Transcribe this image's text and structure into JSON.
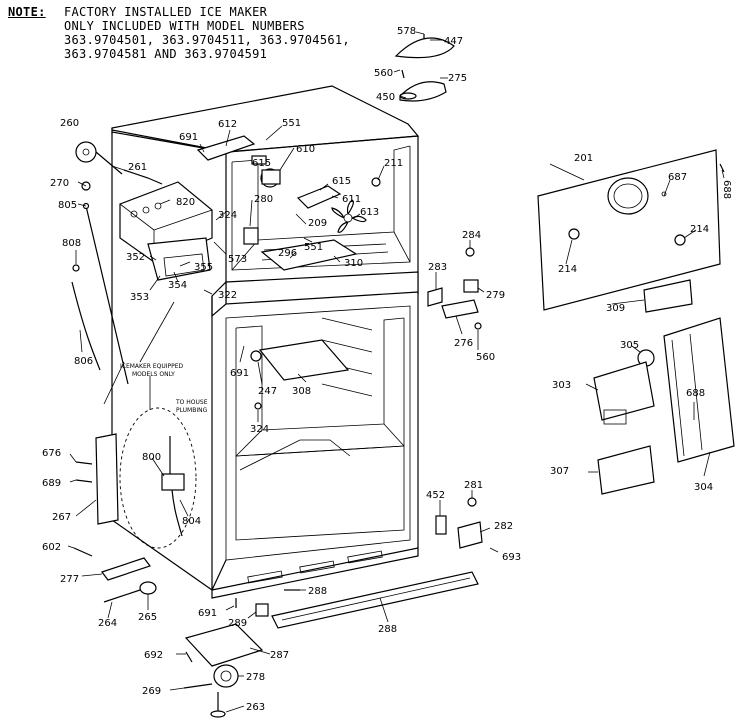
{
  "note": {
    "label": "NOTE:",
    "lines": [
      "FACTORY INSTALLED ICE MAKER",
      "ONLY INCLUDED WITH MODEL NUMBERS",
      "363.9704501, 363.9704511, 363.9704561,",
      "363.9704581 AND 363.9704591"
    ]
  },
  "annotations": {
    "icemaker_1": "ICEMAKER EQUIPPED",
    "icemaker_2": "MODELS ONLY",
    "plumbing_1": "TO HOUSE",
    "plumbing_2": "PLUMBING"
  },
  "parts": {
    "p578": "578",
    "p447": "447",
    "p560a": "560",
    "p275": "275",
    "p450": "450",
    "p260": "260",
    "p612": "612",
    "p551a": "551",
    "p691a": "691",
    "p615a": "615",
    "p610": "610",
    "p211": "211",
    "p201": "201",
    "p688a": "688",
    "p261": "261",
    "p270": "270",
    "p820": "820",
    "p615b": "615",
    "p687": "687",
    "p805": "805",
    "p280": "280",
    "p611": "611",
    "p324a": "324",
    "p209": "209",
    "p613": "613",
    "p214a": "214",
    "p214b": "214",
    "p808": "808",
    "p352": "352",
    "p551b": "551",
    "p573": "573",
    "p296": "296",
    "p310": "310",
    "p284": "284",
    "p355": "355",
    "p353": "353",
    "p354": "354",
    "p322": "322",
    "p283": "283",
    "p279": "279",
    "p309": "309",
    "p806": "806",
    "p276": "276",
    "p560b": "560",
    "p305": "305",
    "p691b": "691",
    "p247": "247",
    "p308": "308",
    "p303": "303",
    "p688b": "688",
    "p324b": "324",
    "p676": "676",
    "p800": "800",
    "p689": "689",
    "p307": "307",
    "p304": "304",
    "p267": "267",
    "p804": "804",
    "p452": "452",
    "p281": "281",
    "p282": "282",
    "p602": "602",
    "p693": "693",
    "p277": "277",
    "p288a": "288",
    "p264": "264",
    "p265": "265",
    "p691c": "691",
    "p289": "289",
    "p288b": "288",
    "p692": "692",
    "p287": "287",
    "p278": "278",
    "p269": "269",
    "p263": "263"
  }
}
